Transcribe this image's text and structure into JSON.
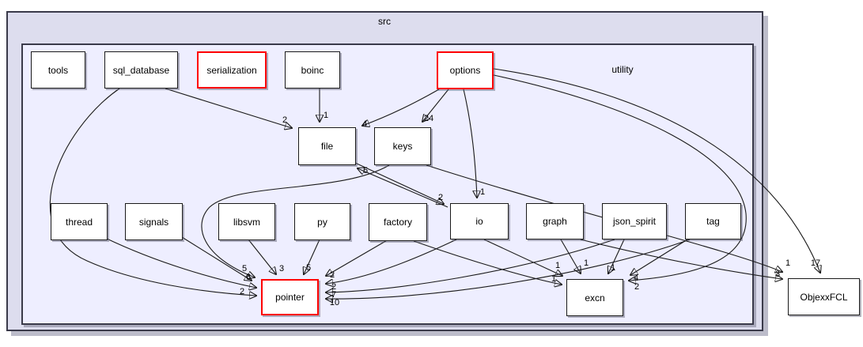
{
  "diagram": {
    "type": "directory-dependency-graph",
    "src_label": "src",
    "utility_label": "utility",
    "colors": {
      "outer_cluster_fill": "#ddddee",
      "inner_cluster_fill": "#eeeeff",
      "node_fill": "#ffffff",
      "node_border": "#1a1a1a",
      "highlight_border": "#ff0000",
      "edge": "#1a1a1a"
    },
    "nodes": [
      {
        "id": "tools",
        "label": "tools",
        "highlighted": false
      },
      {
        "id": "sql_database",
        "label": "sql_database",
        "highlighted": false
      },
      {
        "id": "serialization",
        "label": "serialization",
        "highlighted": true
      },
      {
        "id": "boinc",
        "label": "boinc",
        "highlighted": false
      },
      {
        "id": "options",
        "label": "options",
        "highlighted": true
      },
      {
        "id": "file",
        "label": "file",
        "highlighted": false
      },
      {
        "id": "keys",
        "label": "keys",
        "highlighted": false
      },
      {
        "id": "thread",
        "label": "thread",
        "highlighted": false
      },
      {
        "id": "signals",
        "label": "signals",
        "highlighted": false
      },
      {
        "id": "libsvm",
        "label": "libsvm",
        "highlighted": false
      },
      {
        "id": "py",
        "label": "py",
        "highlighted": false
      },
      {
        "id": "factory",
        "label": "factory",
        "highlighted": false
      },
      {
        "id": "io",
        "label": "io",
        "highlighted": false
      },
      {
        "id": "graph",
        "label": "graph",
        "highlighted": false
      },
      {
        "id": "json_spirit",
        "label": "json_spirit",
        "highlighted": false
      },
      {
        "id": "tag",
        "label": "tag",
        "highlighted": false
      },
      {
        "id": "pointer",
        "label": "pointer",
        "highlighted": true
      },
      {
        "id": "excn",
        "label": "excn",
        "highlighted": false
      },
      {
        "id": "ObjexxFCL",
        "label": "ObjexxFCL",
        "highlighted": false
      }
    ],
    "edges": [
      {
        "from": "sql_database",
        "to": "file",
        "label": "2"
      },
      {
        "from": "boinc",
        "to": "file",
        "label": "1"
      },
      {
        "from": "options",
        "to": "file",
        "label": "4"
      },
      {
        "from": "io",
        "to": "file",
        "label": "5"
      },
      {
        "from": "options",
        "to": "keys",
        "label": "24"
      },
      {
        "from": "options",
        "to": "io",
        "label": "1"
      },
      {
        "from": "file",
        "to": "io",
        "label": "2"
      },
      {
        "from": "options",
        "to": "ObjexxFCL",
        "label": "17"
      },
      {
        "from": "keys",
        "to": "ObjexxFCL",
        "label": "1"
      },
      {
        "from": "graph",
        "to": "ObjexxFCL",
        "label": "3"
      },
      {
        "from": "options",
        "to": "excn",
        "label": "2"
      },
      {
        "from": "tag",
        "to": "excn",
        "label": "4"
      },
      {
        "from": "json_spirit",
        "to": "excn",
        "label": "1"
      },
      {
        "from": "graph",
        "to": "excn",
        "label": "1"
      },
      {
        "from": "io",
        "to": "excn",
        "label": "1"
      },
      {
        "from": "factory",
        "to": "excn",
        "label": "1"
      },
      {
        "from": "keys",
        "to": "pointer",
        "label": "5"
      },
      {
        "from": "signals",
        "to": "pointer",
        "label": "6"
      },
      {
        "from": "thread",
        "to": "pointer",
        "label": ""
      },
      {
        "from": "sql_database",
        "to": "pointer",
        "label": "2"
      },
      {
        "from": "libsvm",
        "to": "pointer",
        "label": "3"
      },
      {
        "from": "py",
        "to": "pointer",
        "label": "5"
      },
      {
        "from": "factory",
        "to": "pointer",
        "label": "2"
      },
      {
        "from": "io",
        "to": "pointer",
        "label": "2"
      },
      {
        "from": "json_spirit",
        "to": "pointer",
        "label": "7"
      },
      {
        "from": "tag",
        "to": "pointer",
        "label": "10"
      }
    ]
  }
}
